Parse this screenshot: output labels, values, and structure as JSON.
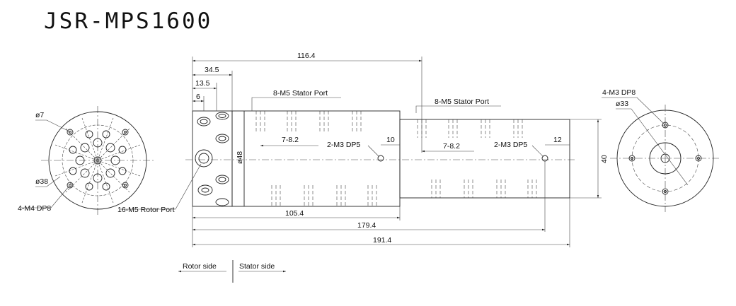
{
  "title": "JSR-MPS1600",
  "left_view": {
    "hole_dia": "ø7",
    "pcd": "ø38",
    "mount_holes": "4-M4 DP8"
  },
  "side_view": {
    "dim_overall_top": "116.4",
    "dim_34_5": "34.5",
    "dim_13_5": "13.5",
    "dim_6": "6",
    "stator_port_1": "8-M5 Stator Port",
    "stator_port_2": "8-M5 Stator Port",
    "dim_7_8_2_a": "7-8.2",
    "dim_7_8_2_b": "7-8.2",
    "m3_a": "2-M3 DP5",
    "m3_b": "2-M3 DP5",
    "dim_10": "10",
    "dim_12": "12",
    "dia_48": "ø48",
    "height_40": "40",
    "rotor_port": "16-M5 Rotor Port",
    "dim_105_4": "105.4",
    "dim_179_4": "179.4",
    "dim_191_4": "191.4"
  },
  "right_view": {
    "mount_holes": "4-M3 DP8",
    "pcd": "ø33"
  },
  "legend": {
    "rotor": "Rotor side",
    "stator": "Stator side"
  }
}
